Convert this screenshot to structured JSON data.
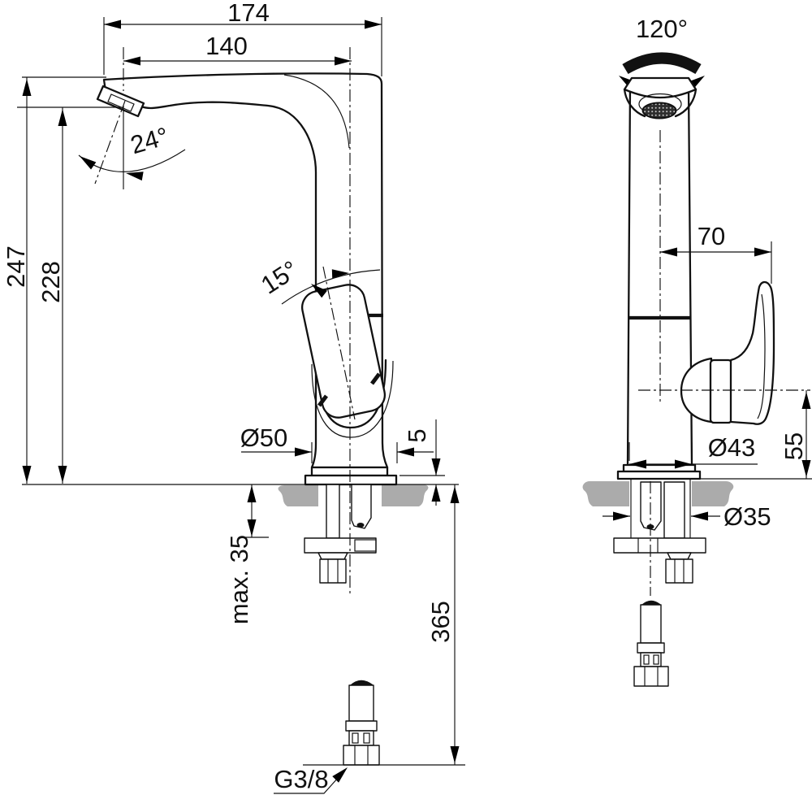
{
  "labels": {
    "left": {
      "overall_projection": "174",
      "spout_projection": "140",
      "outlet_angle": "24°",
      "overall_height": "247",
      "outlet_height": "228",
      "lever_angle": "15°",
      "base_diameter": "Ø50",
      "baseplate_thickness": "5",
      "max_deck_thickness": "max. 35",
      "hose_length": "365",
      "hose_thread": "G3/8"
    },
    "right": {
      "swivel_range": "120°",
      "lever_offset": "70",
      "lever_height": "55",
      "body_diameter": "Ø43",
      "hole_diameter": "Ø35"
    }
  },
  "colors": {
    "line": "#111111",
    "countertop": "#ababab",
    "background": "#ffffff"
  }
}
